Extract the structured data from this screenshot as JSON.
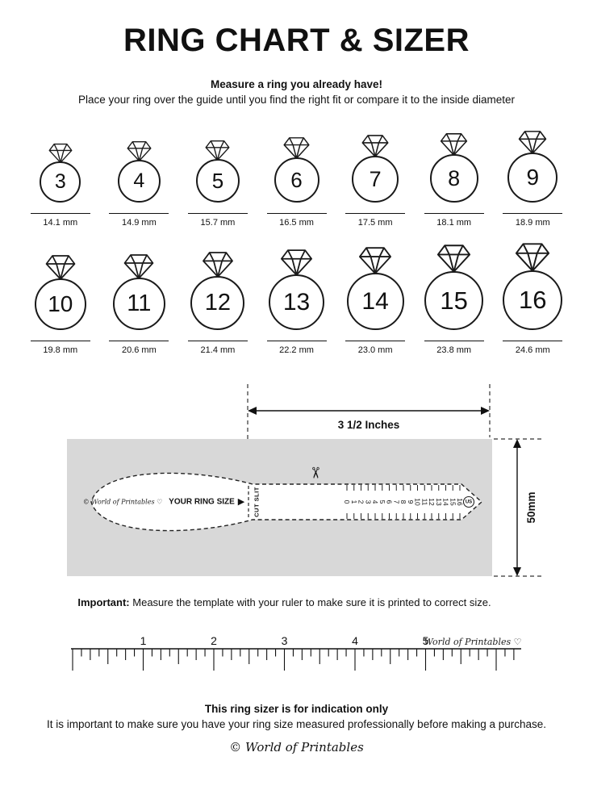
{
  "title": "RING CHART & SIZER",
  "intro": {
    "heading": "Measure a ring you already have!",
    "description": "Place your ring over the guide until you find the right fit or compare it to the inside diameter"
  },
  "ring_rows": [
    {
      "rings": [
        {
          "size": "3",
          "diameter": "14.1 mm"
        },
        {
          "size": "4",
          "diameter": "14.9 mm"
        },
        {
          "size": "5",
          "diameter": "15.7 mm"
        },
        {
          "size": "6",
          "diameter": "16.5 mm"
        },
        {
          "size": "7",
          "diameter": "17.5 mm"
        },
        {
          "size": "8",
          "diameter": "18.1 mm"
        },
        {
          "size": "9",
          "diameter": "18.9 mm"
        }
      ]
    },
    {
      "rings": [
        {
          "size": "10",
          "diameter": "19.8 mm"
        },
        {
          "size": "11",
          "diameter": "20.6 mm"
        },
        {
          "size": "12",
          "diameter": "21.4 mm"
        },
        {
          "size": "13",
          "diameter": "22.2 mm"
        },
        {
          "size": "14",
          "diameter": "23.0 mm"
        },
        {
          "size": "15",
          "diameter": "23.8 mm"
        },
        {
          "size": "16",
          "diameter": "24.6 mm"
        }
      ]
    }
  ],
  "sizer": {
    "width_label": "3 1/2 Inches",
    "height_label": "50mm",
    "brand": "© World of Printables ♡",
    "your_ring_size_label": "YOUR RING SIZE",
    "pointer_icon": "▶",
    "cut_slit_label": "CUT SLIT",
    "scissors_icon": "✂",
    "scale_numbers": [
      "0",
      "1",
      "2",
      "3",
      "4",
      "5",
      "6",
      "7",
      "8",
      "9",
      "10",
      "11",
      "12",
      "13",
      "14",
      "15",
      "16"
    ],
    "unit_badge": "US",
    "print_area_color": "#d8d8d8"
  },
  "important": {
    "label": "Important:",
    "text": "Measure the template with your ruler to make sure it is printed to correct size."
  },
  "ruler": {
    "numbers": [
      "1",
      "2",
      "3",
      "4",
      "5"
    ],
    "brand": "World of Printables ♡"
  },
  "footer": {
    "bold_line": "This ring sizer is for indication only",
    "text_line": "It is important to make sure you have your ring size measured professionally before making a purchase.",
    "brand": "© World of Printables"
  }
}
